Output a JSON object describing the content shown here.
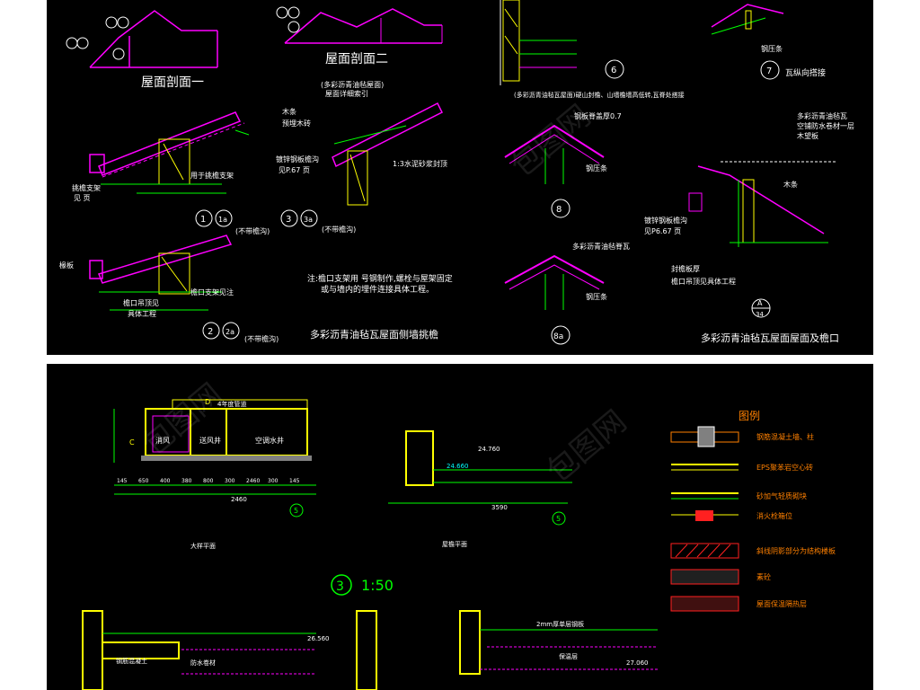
{
  "colors": {
    "background": "#000000",
    "sheet_gap": "#ffffff",
    "magenta": "#ff00ff",
    "green": "#00ff00",
    "yellow": "#ffff00",
    "white": "#ffffff",
    "cyan": "#00ffff",
    "red": "#ff2020",
    "orange": "#ff8000"
  },
  "top_sheet": {
    "roof_section_1": "屋面剖面一",
    "roof_section_2": "屋面剖面二",
    "note_multicolor": "(多彩沥青油毡屋面)",
    "note_multicolor_2": "屋面详细索引",
    "detail_1": "1",
    "detail_1a": "1a",
    "detail_2": "2",
    "detail_2a": "2a",
    "detail_3": "3",
    "detail_3a": "3a",
    "no_gutter_1": "(不带檐沟)",
    "no_gutter_2": "(不带檐沟)",
    "no_gutter_3": "(不带檐沟)",
    "eave_support_note": "用于挑檐支架",
    "eave_support_label": "挑檐支架",
    "see_page": "见 页",
    "cement_mortar": "1:3水泥砂浆封顶",
    "galvanized_gutter": "镀锌钢板檐沟",
    "see_p67": "见P.67 页",
    "wood_strip": "木条",
    "preembed_wood": "预埋木砖",
    "eave_ceiling": "檐口吊顶见",
    "eave_ceiling_2": "具体工程",
    "eave_support_see": "檐口支架见注",
    "rafter": "椽板",
    "note_line1": "注:檐口支架用    号钢制作,螺栓与屋架固定",
    "note_line2": "或与墙内的埋件连接具体工程。",
    "caption_left": "多彩沥青油毡瓦屋面侧墙挑檐",
    "detail_6": "6",
    "detail_7": "7",
    "detail_8": "8",
    "detail_8a": "8a",
    "gable_note": "(多彩沥青油毡瓦屋面)硬山封檐、山墙檐墙高低转,瓦脊处搭接",
    "ridge_connect": "瓦纵向搭接",
    "ridge_strip": "钢压条",
    "ridge_cap": "钢板脊盖厚0.7",
    "multicolor_ridge": "多彩沥青油毡脊瓦",
    "steel_strip": "钢压条",
    "legend_a1": "多彩沥青油毡瓦",
    "legend_a2": "空铺防水卷材一层",
    "legend_a3": "木望板",
    "gutter_a": "镀锌钢板檐沟",
    "see_p68": "见P6.67 页",
    "eave_board": "封檐板厚",
    "eave_ceiling_b": "檐口吊顶见具体工程",
    "wood_strip_b": "木条",
    "caption_right": "多彩沥青油毡瓦屋面屋面及檐口",
    "callout_a": "A",
    "callout_a_num": "34"
  },
  "bottom_sheet": {
    "legend_title": "图例",
    "legend_items": [
      "钢筋混凝土墙、柱",
      "EPS聚苯岩空心砖",
      "砂加气轻质砌块",
      "消火栓箱位",
      "斜线阴影部分为结构楼板",
      "素砼",
      "屋面保温隔热层"
    ],
    "plan_label_1": "大样平面",
    "plan_label_2": "屋檐平面",
    "scale_num": "3",
    "scale_ratio": "1:50",
    "room_1": "消风",
    "room_2": "送风井",
    "room_3": "空调水井",
    "dims_row": [
      "145",
      "650",
      "400",
      "380",
      "800",
      "300",
      "2460",
      "300",
      "145"
    ],
    "dim_total": "2460",
    "dim_right": "3590",
    "axis_5a": "5",
    "axis_5b": "5",
    "axis_c": "C",
    "axis_d": "D",
    "level_a": "24.760",
    "level_b": "24.660",
    "level_c": "26.560",
    "level_d": "27.060",
    "elev_note_1": "4年度管道",
    "bottom_label_1": "防水卷材",
    "bottom_label_2": "钢筋混凝土",
    "bottom_label_3": "保温层",
    "bottom_label_4": "2mm厚单层钢板"
  },
  "watermark": "包图网"
}
